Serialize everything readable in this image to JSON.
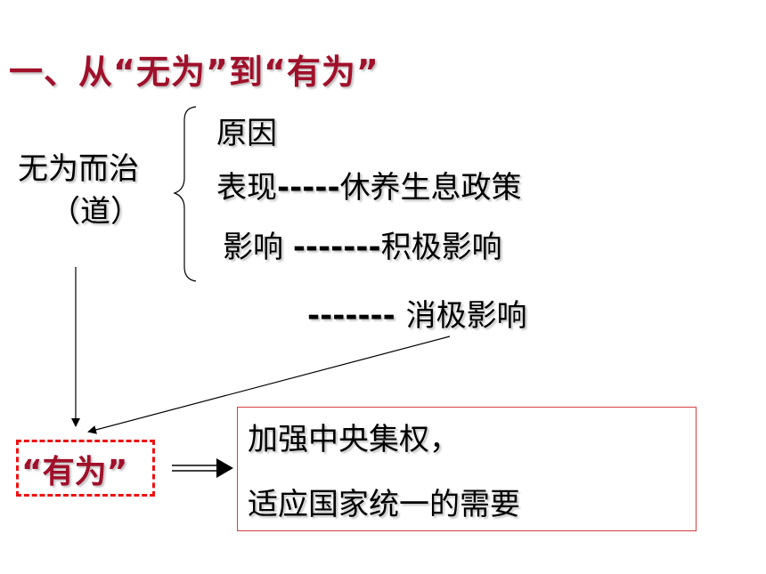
{
  "title": "一、从“无为”到“有为”",
  "left": {
    "main": "无为而治",
    "sub": "（道）"
  },
  "items": {
    "reason": "原因",
    "performance_label": "表现",
    "performance_dashes": "-----",
    "performance_value": "休养生息政策",
    "influence_label": "影响 ",
    "influence_dashes": "-------",
    "influence_positive": "积极影响",
    "negative_dashes": "------- ",
    "influence_negative": "消极影响"
  },
  "youwei": "“有为”",
  "result": {
    "line1": "加强中央集权，",
    "line2": "适应国家统一的需要"
  },
  "colors": {
    "title": "#a0102a",
    "dashed_box": "#ee1111",
    "result_border": "#d04040"
  }
}
